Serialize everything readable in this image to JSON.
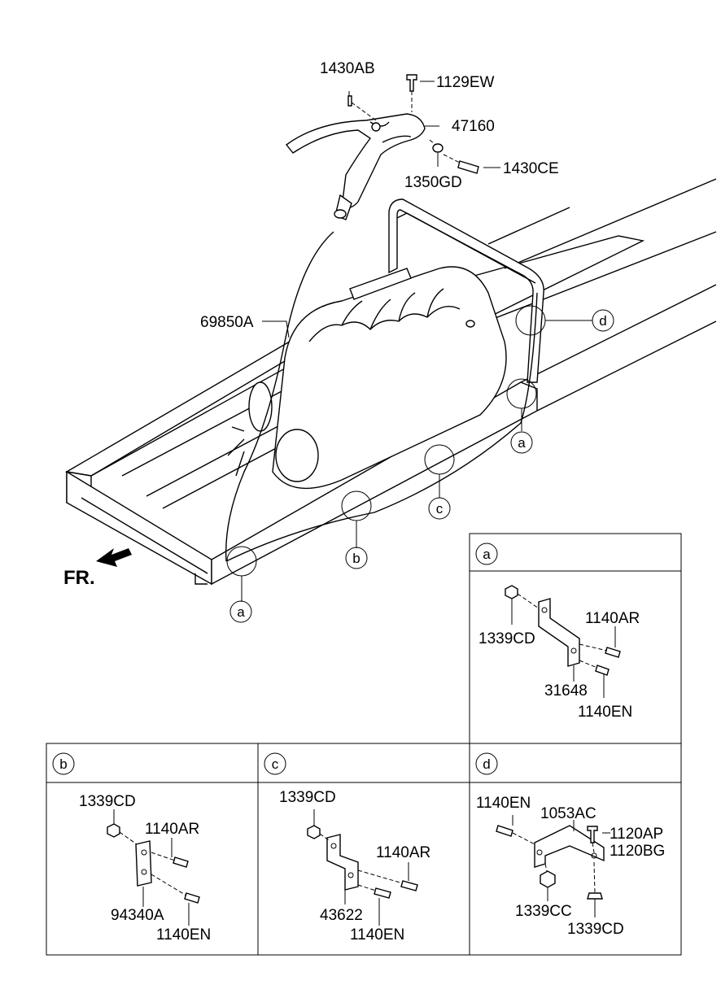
{
  "direction_label": "FR.",
  "main_labels": {
    "p1430AB": "1430AB",
    "p1129EW": "1129EW",
    "p47160": "47160",
    "p1350GD": "1350GD",
    "p1430CE": "1430CE",
    "p69850A": "69850A"
  },
  "callouts": {
    "a_front": "a",
    "b": "b",
    "c": "c",
    "a_rear": "a",
    "d": "d"
  },
  "panels": {
    "a": {
      "header": "a",
      "labels": [
        "1339CD",
        "1140AR",
        "31648",
        "1140EN"
      ]
    },
    "b": {
      "header": "b",
      "labels": [
        "1339CD",
        "1140AR",
        "94340A",
        "1140EN"
      ]
    },
    "c": {
      "header": "c",
      "labels": [
        "1339CD",
        "1140AR",
        "43622",
        "1140EN"
      ]
    },
    "d": {
      "header": "d",
      "labels": [
        "1140EN",
        "1053AC",
        "1120AP",
        "1120BG",
        "1339CC",
        "1339CD"
      ]
    }
  }
}
